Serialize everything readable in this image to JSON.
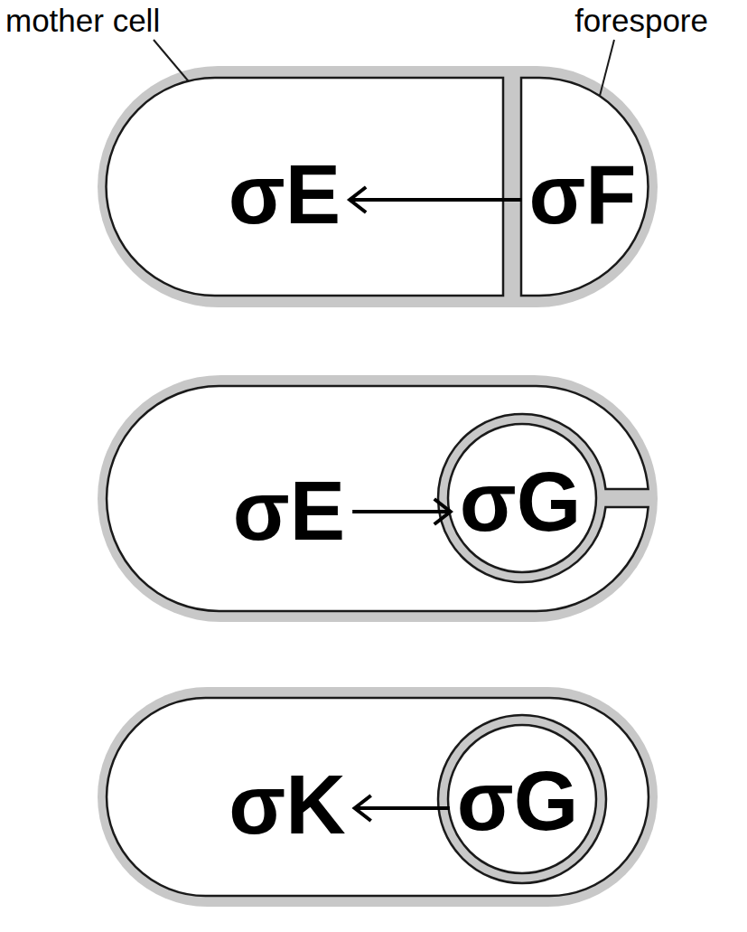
{
  "diagram": {
    "nodes": [
      {
        "text": [
          "σE"
        ]
      },
      {
        "text": [
          "σF"
        ]
      },
      {
        "text": [
          "σE"
        ]
      },
      {
        "text": [
          "σG"
        ],
        "in": 2
      },
      {
        "text": [
          "σK"
        ]
      },
      {
        "text": [
          "σG"
        ],
        "in": 4
      }
    ],
    "edges": [
      {
        "from": 1,
        "to": 0,
        "arrow": "to"
      },
      {
        "from": 2,
        "to": 3,
        "arrow": "to"
      },
      {
        "from": 5,
        "to": 4,
        "arrow": "to"
      }
    ],
    "labels": [
      "mother cell",
      "forespore"
    ]
  }
}
